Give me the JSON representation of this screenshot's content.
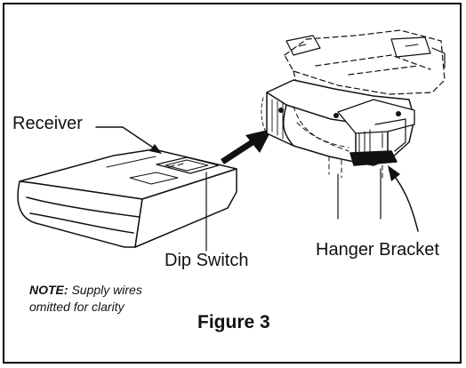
{
  "labels": {
    "receiver": "Receiver",
    "dip_switch": "Dip Switch",
    "hanger_bracket": "Hanger Bracket"
  },
  "note": {
    "prefix": "NOTE:",
    "text": "Supply wires",
    "text_line2": "omitted for clarity"
  },
  "figure_caption": "Figure 3",
  "colors": {
    "line": "#111111",
    "background": "#ffffff"
  }
}
